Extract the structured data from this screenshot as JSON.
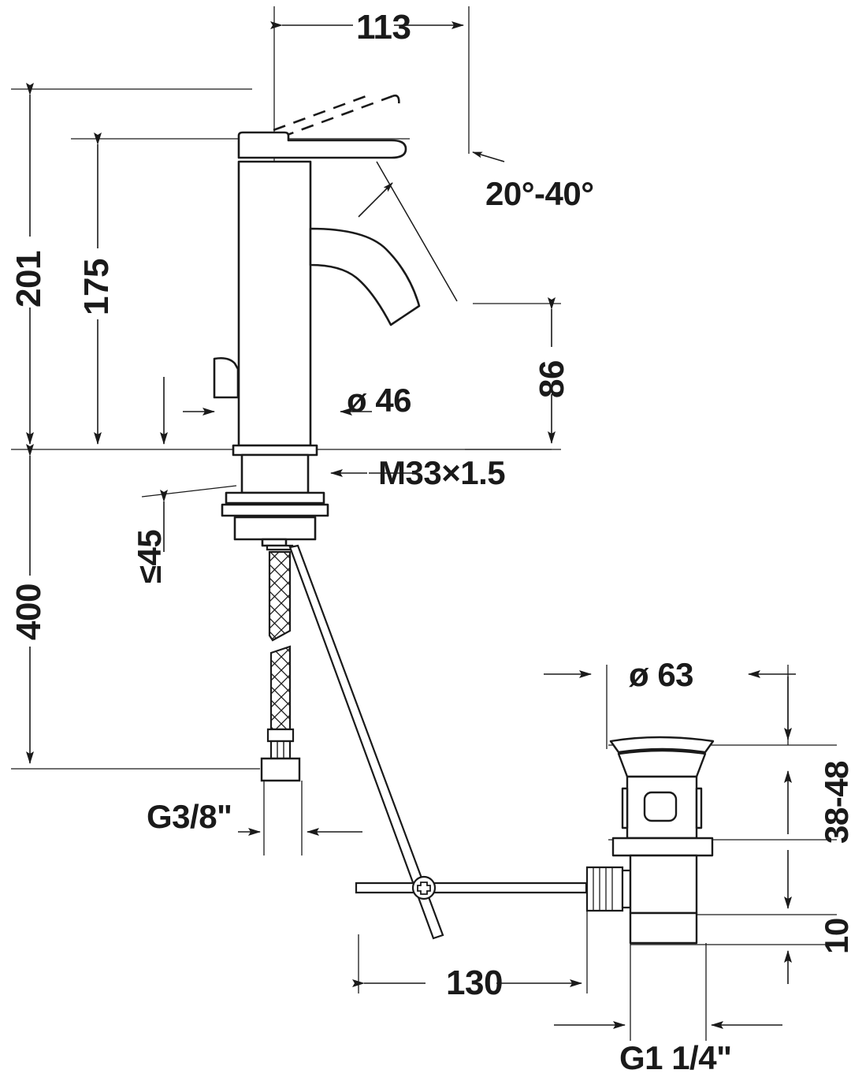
{
  "drawing": {
    "type": "technical-dimension-drawing",
    "subject": "Single-lever basin mixer tap with pop-up waste drain assembly",
    "units": "mm",
    "line_color": "#1a1a1a",
    "background": "#ffffff"
  },
  "dimensions": {
    "overall_width_top": "113",
    "total_height": "201",
    "spout_height_to_lever_top": "175",
    "spout_outlet_height": "86",
    "body_diameter": "ø 46",
    "shank_thread": "M33×1.5",
    "max_counter_thickness": "≤45",
    "hose_length": "400",
    "supply_thread": "G3/8\"",
    "aerator_angle": "20°-40°",
    "drain_flange_diameter": "ø 63",
    "drain_adjust_range": "38-48",
    "drain_lower_height": "10",
    "rod_offset": "130",
    "drain_outlet_thread": "G1 1/4\""
  },
  "labels": [
    {
      "key": "w113",
      "text": "113",
      "orientation": "horizontal"
    },
    {
      "key": "h201",
      "text": "201",
      "orientation": "vertical"
    },
    {
      "key": "h175",
      "text": "175",
      "orientation": "vertical"
    },
    {
      "key": "h86",
      "text": "86",
      "orientation": "vertical"
    },
    {
      "key": "d46",
      "text": "ø 46",
      "orientation": "horizontal"
    },
    {
      "key": "m33",
      "text": "M33×1.5",
      "orientation": "horizontal"
    },
    {
      "key": "le45",
      "text": "≤45",
      "orientation": "vertical"
    },
    {
      "key": "h400",
      "text": "400",
      "orientation": "vertical"
    },
    {
      "key": "g38",
      "text": "G3/8\"",
      "orientation": "horizontal"
    },
    {
      "key": "ang",
      "text": "20°-40°",
      "orientation": "horizontal"
    },
    {
      "key": "d63",
      "text": "ø 63",
      "orientation": "horizontal"
    },
    {
      "key": "r3848",
      "text": "38-48",
      "orientation": "vertical"
    },
    {
      "key": "h10",
      "text": "10",
      "orientation": "vertical"
    },
    {
      "key": "w130",
      "text": "130",
      "orientation": "horizontal"
    },
    {
      "key": "g114",
      "text": "G1 1/4\"",
      "orientation": "horizontal"
    }
  ]
}
